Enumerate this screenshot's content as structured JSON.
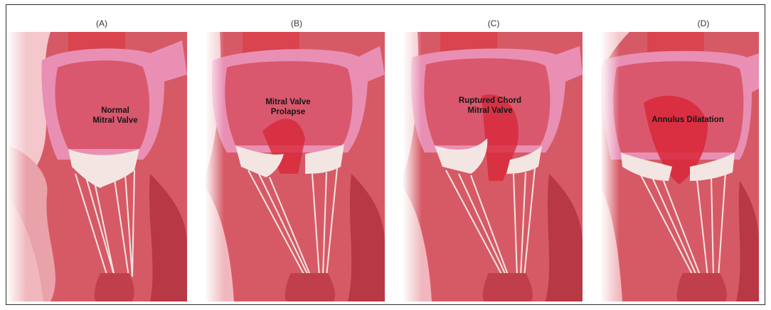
{
  "panels": [
    {
      "letter": "(A)",
      "label": "Normal\nMitral Valve"
    },
    {
      "letter": "(B)",
      "label": "Mitral Valve\nProlapse"
    },
    {
      "letter": "(C)",
      "label": "Ruptured Chord\nMitral Valve"
    },
    {
      "letter": "(D)",
      "label": "Annulus Dilatation"
    }
  ],
  "colors": {
    "muscle": "#c94a55",
    "muscle_light": "#e58a8f",
    "tissue_pink": "#f2b3b9",
    "atrium_wall": "#e98fb4",
    "atrium_inner": "#d9586e",
    "aorta": "#d9444f",
    "leaflet": "#f3e6e2",
    "regurgitation": "#d8283a"
  }
}
